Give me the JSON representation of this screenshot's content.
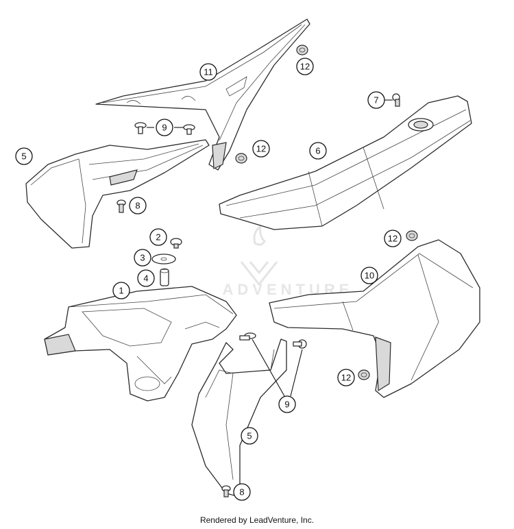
{
  "watermark": {
    "text": "ADVENTURE"
  },
  "callouts": [
    {
      "id": "c11a",
      "label": "11"
    },
    {
      "id": "c12a",
      "label": "12"
    },
    {
      "id": "c7",
      "label": "7"
    },
    {
      "id": "c9a",
      "label": "9"
    },
    {
      "id": "c12b",
      "label": "12"
    },
    {
      "id": "c6",
      "label": "6"
    },
    {
      "id": "c5a",
      "label": "5"
    },
    {
      "id": "c8a",
      "label": "8"
    },
    {
      "id": "c2",
      "label": "2"
    },
    {
      "id": "c12c",
      "label": "12"
    },
    {
      "id": "c3",
      "label": "3"
    },
    {
      "id": "c4",
      "label": "4"
    },
    {
      "id": "c10",
      "label": "10"
    },
    {
      "id": "c1",
      "label": "1"
    },
    {
      "id": "c12d",
      "label": "12"
    },
    {
      "id": "c9b",
      "label": "9"
    },
    {
      "id": "c5b",
      "label": "5"
    },
    {
      "id": "c8b",
      "label": "8"
    }
  ],
  "footer": {
    "text": "Rendered by LeadVenture, Inc."
  }
}
